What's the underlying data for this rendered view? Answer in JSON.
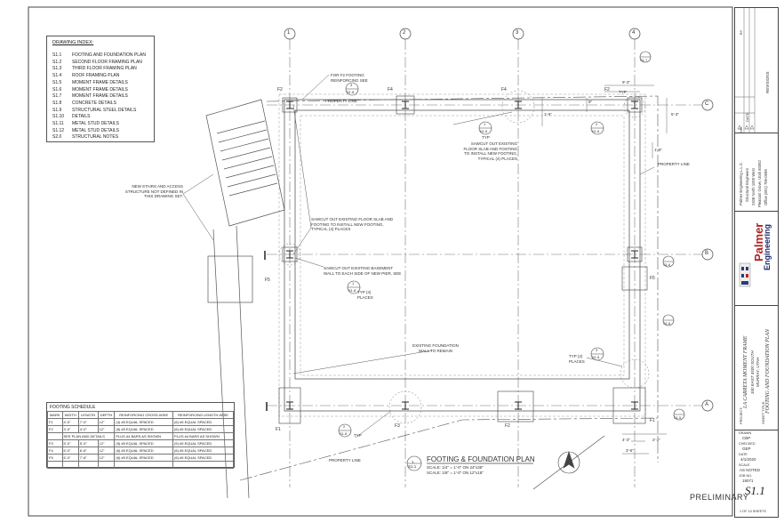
{
  "drawing_index": {
    "title": "DRAWING INDEX:",
    "items": [
      {
        "num": "S1.1",
        "label": "FOOTING AND FOUNDATION PLAN"
      },
      {
        "num": "S1.2",
        "label": "SECOND FLOOR FRAMING PLAN"
      },
      {
        "num": "S1.3",
        "label": "THIRD FLOOR FRAMING PLAN"
      },
      {
        "num": "S1.4",
        "label": "ROOF FRAMING PLAN"
      },
      {
        "num": "S1.5",
        "label": "MOMENT FRAME DETAILS"
      },
      {
        "num": "S1.6",
        "label": "MOMENT FRAME DETAILS"
      },
      {
        "num": "S1.7",
        "label": "MOMENT FRAME DETAILS"
      },
      {
        "num": "S1.8",
        "label": "CONCRETE DETAILS"
      },
      {
        "num": "S1.9",
        "label": "STRUCTURAL STEEL DETAILS"
      },
      {
        "num": "S1.10",
        "label": "DETAILS"
      },
      {
        "num": "S1.11",
        "label": "METAL STUD DETAILS"
      },
      {
        "num": "S1.12",
        "label": "METAL STUD DETAILS"
      },
      {
        "num": "S2.0",
        "label": "STRUCTURAL NOTES"
      }
    ]
  },
  "grid": {
    "columns": [
      "1",
      "2",
      "3",
      "4"
    ],
    "rows": [
      "C",
      "B",
      "A"
    ]
  },
  "notes": {
    "f2_ref": "FOR F2 FOOTING REINFORCING SEE",
    "sawcut_slab": "SAWCUT OUT EXISTING FLOOR SLAB AND FOOTING TO INSTALL NEW FOOTING, TYPICAL (4) PLACES",
    "sawcut_floor": "SAWCUT OUT EXISTING FLOOR SLAB AND FOOTING TO INSTALL NEW FOOTING, TYPICAL (4) PLACES",
    "sawcut_basement": "SAWCUT OUT EXISTING BASEMENT WALL TO EACH SIDE OF NEW PIER, SEE",
    "typ_4_places": "TYP (4) PLACES",
    "new_stairs": "NEW STAIRS AND ACCESS STRUCTURE NOT DEFINED IN THIS DRAWING SET.",
    "property_line": "PROPERTY LINE",
    "existing_wall": "EXISTING FOUNDATION WALL TO REMAIN",
    "typ_2_places": "TYP (2) PLACES",
    "typ": "TYP"
  },
  "footing_labels": [
    "F1",
    "F2",
    "F3",
    "F4",
    "F5"
  ],
  "footing_schedule": {
    "title": "FOOTING SCHEDULE",
    "headers": [
      "MARK",
      "WIDTH",
      "LENGTH",
      "DEPTH",
      "REINFORCING CROSS-WISE",
      "REINFORCING LENGTH-WISE"
    ],
    "rows": [
      [
        "F1",
        "4'-0\"",
        "7'-0\"",
        "12\"",
        "(4) #5 EQUAL SPACED",
        "(6) #5 EQUAL SPACED"
      ],
      [
        "F2",
        "3'-0\"",
        "4'-0\"",
        "12\"",
        "(8) #5 EQUAL SPACED",
        "(6) #5 EQUAL SPACED"
      ],
      [
        "",
        "SEE PLAN AND DETAILS",
        "",
        "",
        "PLUS #4 BARS AS SHOWN",
        "PLUS #4 BARS AS SHOWN"
      ],
      [
        "F3",
        "5'-0\"",
        "5'-0\"",
        "12\"",
        "(5) #5 EQUAL SPACED",
        "(5) #5 EQUAL SPACED"
      ],
      [
        "F4",
        "6'-0\"",
        "6'-6\"",
        "12\"",
        "(6) #5 EQUAL SPACED",
        "(6) #5 EQUAL SPACED"
      ],
      [
        "F5",
        "6'-0\"",
        "7'-6\"",
        "12\"",
        "(6) #5 EQUAL SPACED",
        "(6) #5 EQUAL SPACED"
      ]
    ]
  },
  "plan_title": {
    "title": "FOOTING & FOUNDATION PLAN",
    "sheet_ref": "S1.1",
    "scale1": "SCALE: 1/4\" = 1'-0\" ON 24\"x36\"",
    "scale2": "SCALE: 1/8\" = 1'-0\" ON 12\"x18\""
  },
  "title_block": {
    "revisions": "REVISIONS",
    "no": "NO.",
    "date": "DATE",
    "by": "BY",
    "firm": "Palmer Engineering L.L.C.",
    "firm_line2": "Structural Engineers",
    "firm_line3": "2408 North 1000 West",
    "firm_line4": "Pleasant Grove, Utah 84062",
    "firm_line5": "Office (801) 796-0599",
    "logo_line1": "Palmer",
    "logo_line2": "Engineering",
    "project_label": "PROJECT:",
    "project": "LA CARRETA MOMENT FRAME",
    "address1": "340 EAST 4500 SOUTH",
    "address2": "MURRAY, UTAH",
    "sheet_title_label": "SHEET TITLE:",
    "sheet_title": "FOOTING AND FOUNDATION PLAN",
    "drawn_label": "DRAWN",
    "drawn": "CBP",
    "checked_label": "CHECKED",
    "checked": "GEP",
    "date_label": "DATE",
    "date_value": "4/1/2020",
    "scale_label": "SCALE",
    "scale": "AS NOTED",
    "job_label": "JOB NO.",
    "job": "18071",
    "sheet_no": "S1.1",
    "sheet_count": "1 OF 13 SHEETS"
  },
  "preliminary": "PRELIMINARY",
  "detail_refs": {
    "d1": "1",
    "d2": "2",
    "d3": "3",
    "s18": "S1.8",
    "s16": "S1.6",
    "s15": "S1.5",
    "s17": "S1.7"
  },
  "dims": {
    "d93": "9'-3\"",
    "d15": "1'-5\"",
    "d8": "8\"",
    "d43": "4'-3\"",
    "d36": "3'-6\"",
    "d24": "2'-2\"",
    "d5": "5'-3\""
  }
}
